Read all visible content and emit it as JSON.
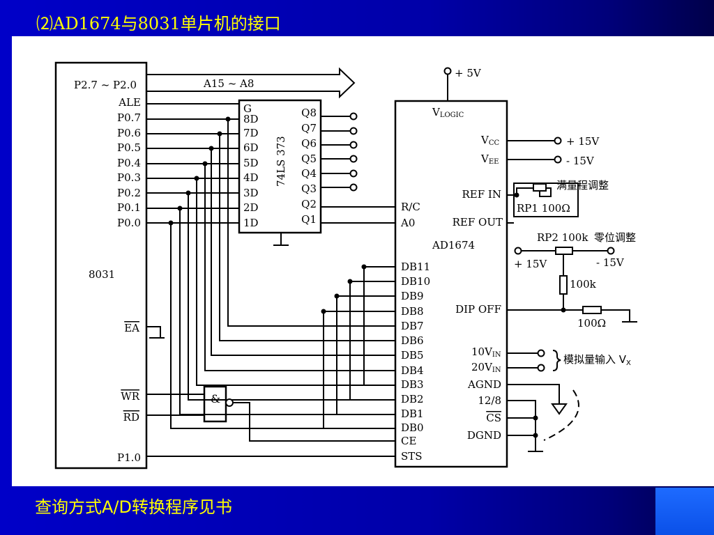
{
  "slide": {
    "title": "⑵AD1674与8031单片机的接口",
    "footer": "查询方式A/D转换程序见书"
  },
  "diagram": {
    "chip_8031": {
      "name": "8031",
      "pins": [
        "P2.7 ~ P2.0",
        "ALE",
        "P0.7",
        "P0.6",
        "P0.5",
        "P0.4",
        "P0.3",
        "P0.2",
        "P0.1",
        "P0.0"
      ],
      "ea": "EA",
      "wr": "WR",
      "rd": "RD",
      "p10": "P1.0"
    },
    "bus_label": "A15 ~ A8",
    "latch": {
      "name": "74LS 373",
      "inputs": [
        "G",
        "8D",
        "7D",
        "6D",
        "5D",
        "4D",
        "3D",
        "2D",
        "1D"
      ],
      "outputs": [
        "Q8",
        "Q7",
        "Q6",
        "Q5",
        "Q4",
        "Q3",
        "Q2",
        "Q1"
      ]
    },
    "nand_symbol": "&",
    "adc": {
      "name": "AD1674",
      "vlogic": "V",
      "vlogic_sub": "LOGIC",
      "left_pins": [
        "R/C",
        "A0",
        "DB11",
        "DB10",
        "DB9",
        "DB8",
        "DB7",
        "DB6",
        "DB5",
        "DB4",
        "DB3",
        "DB2",
        "DB1",
        "DB0",
        "CE",
        "STS"
      ],
      "right_pins": [
        "REF IN",
        "REF OUT",
        "DIP OFF",
        "AGND",
        "12/8",
        "CS",
        "DGND"
      ],
      "vcc": "V",
      "vcc_sub": "CC",
      "vee": "V",
      "vee_sub": "EE",
      "in10": "10V",
      "in20": "20V",
      "in_sub": "IN"
    },
    "labels": {
      "plus5v": "+ 5V",
      "plus15v": "+ 15V",
      "minus15v": "- 15V",
      "full_scale": "满量程调整",
      "rp1": "RP1 100Ω",
      "rp2": "RP2 100k",
      "zero_adj": "零位调整",
      "rp2_plus": "+ 15V",
      "rp2_minus": "- 15V",
      "r100k": "100k",
      "r100": "100Ω",
      "analog_input": "模拟量输入 V",
      "analog_sub": "X"
    }
  }
}
